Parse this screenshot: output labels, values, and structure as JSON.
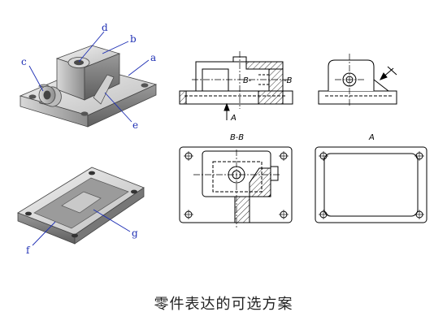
{
  "caption": "零件表达的可选方案",
  "iso_labels": {
    "a": "a",
    "b": "b",
    "c": "c",
    "d": "d",
    "e": "e",
    "f": "f",
    "g": "g"
  },
  "view_labels": {
    "front_arrow": "A",
    "section_mark_left": "B-",
    "section_mark_right": "-B",
    "section_view_title": "B-B",
    "aux_view_title": "A"
  },
  "colors": {
    "leader": "#1e2fb4",
    "label": "#1e2fb4",
    "ink": "#000000",
    "part_light": "#e6e6e6",
    "part_mid": "#b4b4b4",
    "part_dark": "#7a7a7a"
  }
}
